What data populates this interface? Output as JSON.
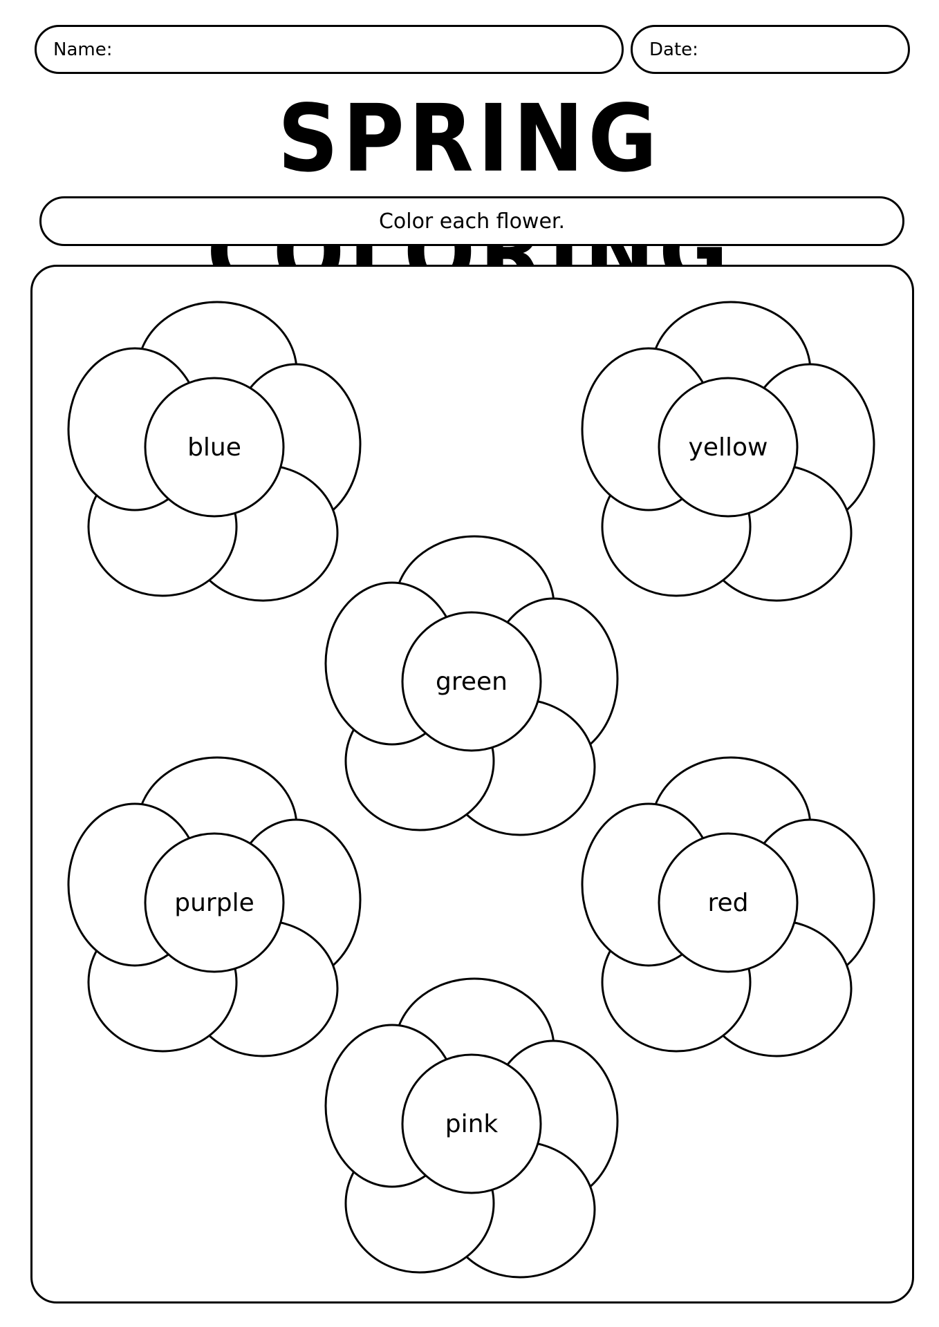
{
  "header": {
    "name_label": "Name:",
    "date_label": "Date:"
  },
  "title": "SPRING COLORING",
  "instruction": "Color each flower.",
  "flowers": [
    {
      "label": "blue"
    },
    {
      "label": "yellow"
    },
    {
      "label": "green"
    },
    {
      "label": "purple"
    },
    {
      "label": "red"
    },
    {
      "label": "pink"
    }
  ],
  "colors": {
    "line": "#000000",
    "background": "#ffffff"
  }
}
